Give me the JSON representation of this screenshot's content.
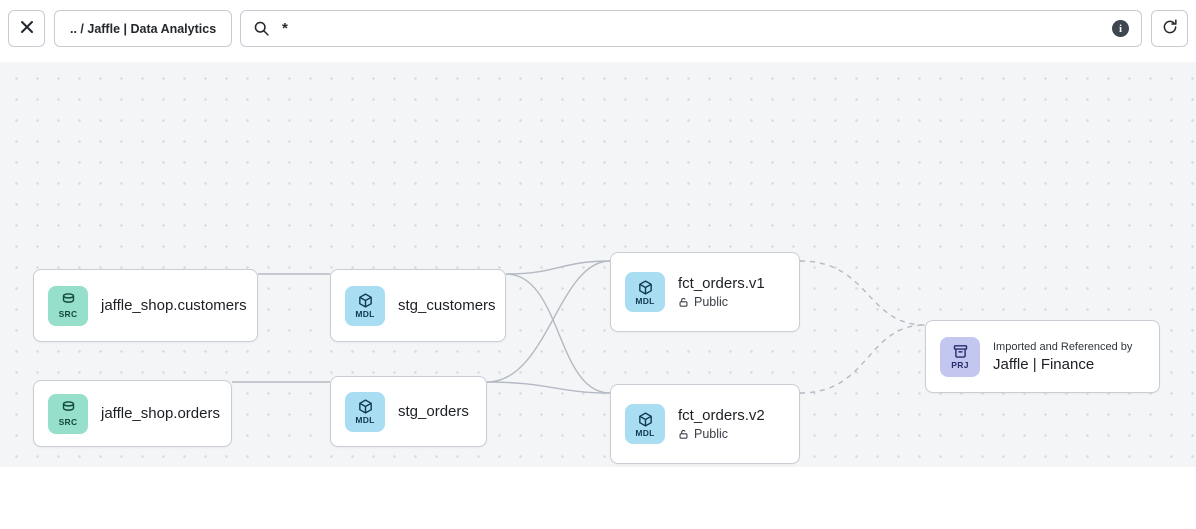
{
  "topbar": {
    "breadcrumb": ".. / Jaffle | Data Analytics",
    "search": {
      "value": "*",
      "info_icon": "i"
    }
  },
  "nodes": {
    "src_customers": {
      "kind": "SRC",
      "label": "jaffle_shop.customers"
    },
    "src_orders": {
      "kind": "SRC",
      "label": "jaffle_shop.orders"
    },
    "stg_customers": {
      "kind": "MDL",
      "label": "stg_customers"
    },
    "stg_orders": {
      "kind": "MDL",
      "label": "stg_orders"
    },
    "fct_orders_v1": {
      "kind": "MDL",
      "label": "fct_orders.v1",
      "access": "Public"
    },
    "fct_orders_v2": {
      "kind": "MDL",
      "label": "fct_orders.v2",
      "access": "Public"
    },
    "project_finance": {
      "kind": "PRJ",
      "caption": "Imported and Referenced by",
      "label": "Jaffle | Finance"
    }
  },
  "edges": [
    {
      "from": "jaffle_shop.customers",
      "to": "stg_customers",
      "style": "solid"
    },
    {
      "from": "jaffle_shop.orders",
      "to": "stg_orders",
      "style": "solid"
    },
    {
      "from": "stg_customers",
      "to": "fct_orders.v1",
      "style": "solid"
    },
    {
      "from": "stg_customers",
      "to": "fct_orders.v2",
      "style": "solid"
    },
    {
      "from": "stg_orders",
      "to": "fct_orders.v1",
      "style": "solid"
    },
    {
      "from": "stg_orders",
      "to": "fct_orders.v2",
      "style": "solid"
    },
    {
      "from": "fct_orders.v1",
      "to": "Jaffle | Finance",
      "style": "dashed"
    },
    {
      "from": "fct_orders.v2",
      "to": "Jaffle | Finance",
      "style": "dashed"
    }
  ],
  "colors": {
    "src_icon_bg": "#96dfcb",
    "mdl_icon_bg": "#a8ddf2",
    "prj_icon_bg": "#c3c7ef",
    "edge": "#b4bac3",
    "canvas_bg": "#f4f5f7",
    "node_border": "#c9cdd4"
  }
}
